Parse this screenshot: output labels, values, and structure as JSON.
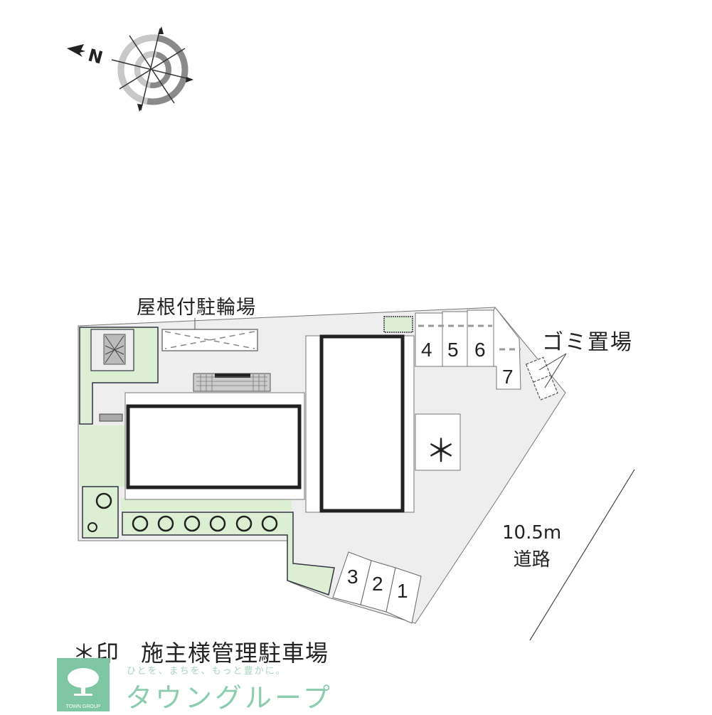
{
  "compass": {
    "label": "N",
    "icon": "north-arrow-compass"
  },
  "labels": {
    "bicycle_parking": "屋根付駐輪場",
    "garbage_area": "ゴミ置場",
    "road_width": "10.5m",
    "road": "道路",
    "owner_parking_marker": "＊"
  },
  "parking_spots": {
    "top": [
      "4",
      "5",
      "6",
      "7"
    ],
    "bottom": [
      "3",
      "2",
      "1"
    ]
  },
  "legend": {
    "marker": "＊印",
    "text": "施主様管理駐車場"
  },
  "brand": {
    "tagline": "ひとを、まちを、もっと豊かに。",
    "name": "タウングループ",
    "logo_text": "TOWN GROUP",
    "color": "#7fc6a4"
  },
  "colors": {
    "site_fill": "#eeeeee",
    "green": "#dcefd3",
    "building_border": "#222222"
  }
}
